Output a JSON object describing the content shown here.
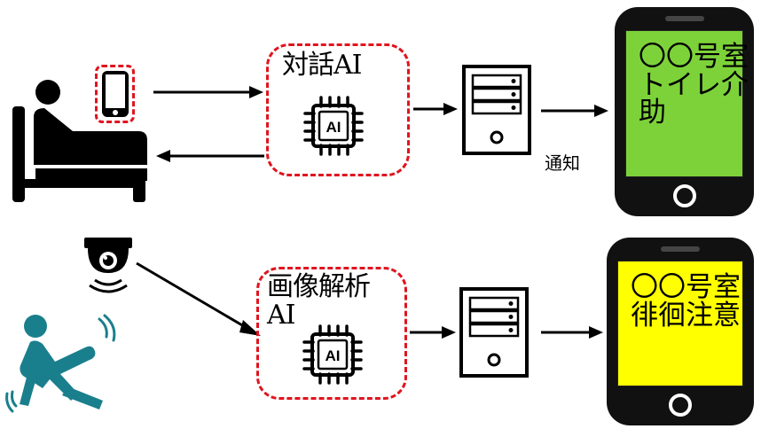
{
  "row1": {
    "ai_box_label": "対話AI",
    "chip_text": "AI",
    "notify_label": "通知",
    "phone": {
      "screen_color": "#7dd23a",
      "message": "〇〇号室\nトイレ介\n助"
    }
  },
  "row2": {
    "ai_box_label": "画像解析\nAI",
    "chip_text": "AI",
    "phone": {
      "screen_color": "#ffff00",
      "message": "〇〇号室\n徘徊注意"
    }
  },
  "colors": {
    "dash_border": "#e0141e",
    "fall_figure": "#1a7f8c"
  },
  "icons": [
    "bed-person-icon",
    "smartphone-icon",
    "ai-chip-icon",
    "server-icon",
    "security-camera-icon",
    "falling-person-icon"
  ]
}
